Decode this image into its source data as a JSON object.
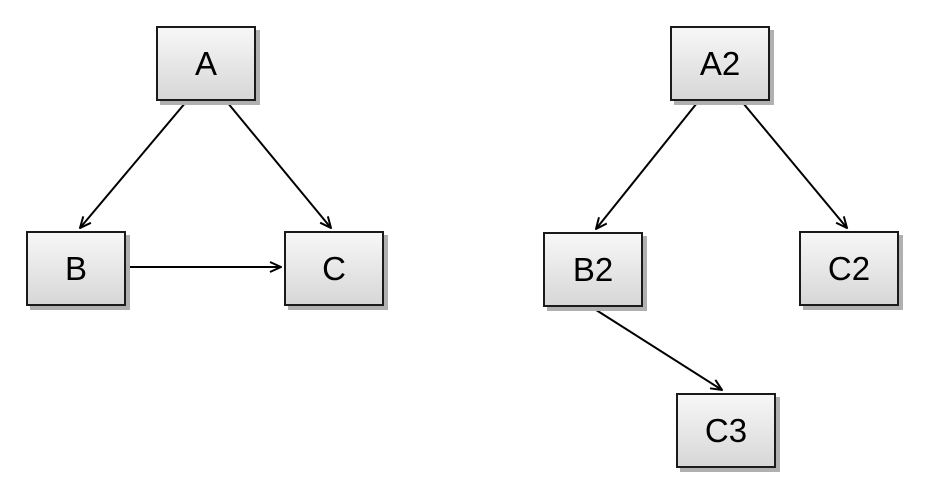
{
  "colors": {
    "background": "#ffffff",
    "node_fill_top": "#f7f7f7",
    "node_fill_bottom": "#d7d7d7",
    "node_border": "#1a1a1a",
    "node_shadow": "#b0b0b0",
    "edge": "#000000",
    "label": "#000000"
  },
  "diagrams": {
    "left": {
      "nodes": [
        {
          "id": "A",
          "label": "A"
        },
        {
          "id": "B",
          "label": "B"
        },
        {
          "id": "C",
          "label": "C"
        }
      ],
      "edges": [
        {
          "from": "A",
          "to": "B"
        },
        {
          "from": "A",
          "to": "C"
        },
        {
          "from": "B",
          "to": "C"
        }
      ]
    },
    "right": {
      "nodes": [
        {
          "id": "A2",
          "label": "A2"
        },
        {
          "id": "B2",
          "label": "B2"
        },
        {
          "id": "C2",
          "label": "C2"
        },
        {
          "id": "C3",
          "label": "C3"
        }
      ],
      "edges": [
        {
          "from": "A2",
          "to": "B2"
        },
        {
          "from": "A2",
          "to": "C2"
        },
        {
          "from": "B2",
          "to": "C3"
        }
      ]
    }
  }
}
